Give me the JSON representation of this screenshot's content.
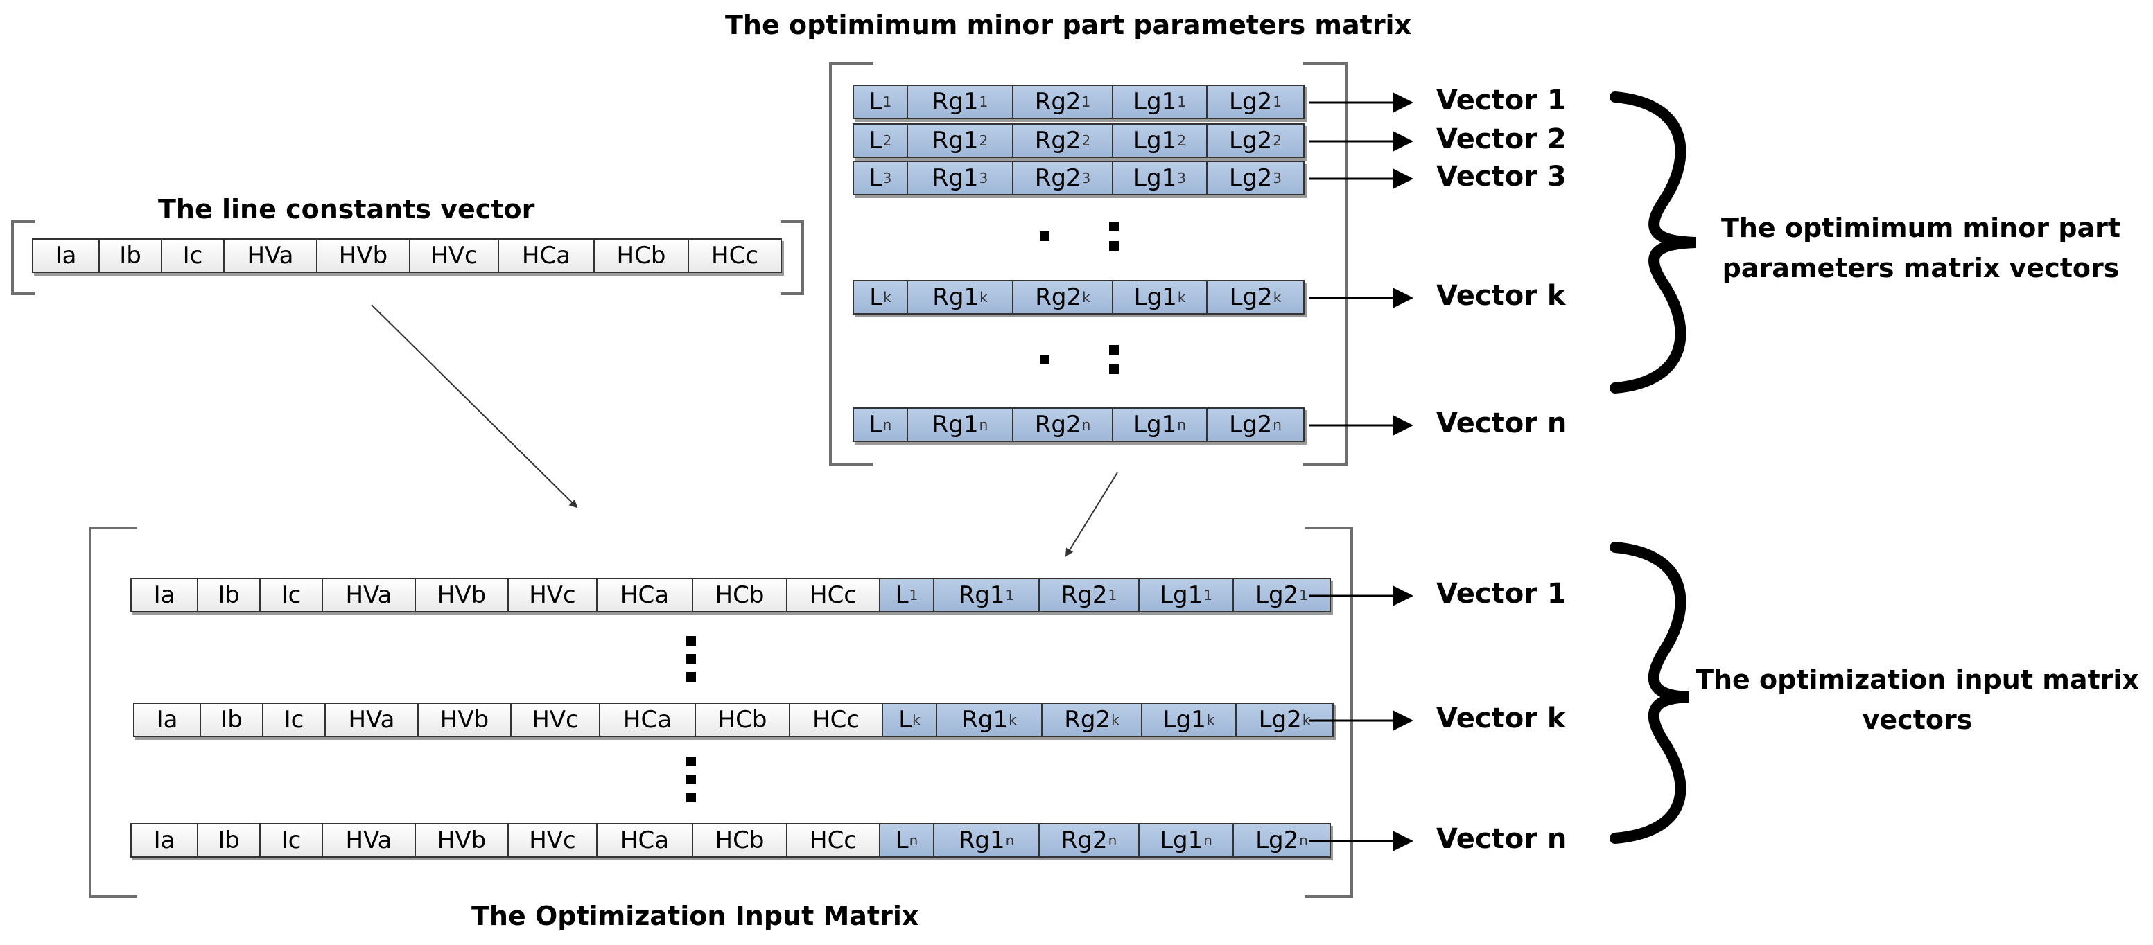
{
  "titles": {
    "minor_matrix": "The optimimum minor part parameters matrix",
    "line_constants": "The line constants vector",
    "input_matrix": "The Optimization Input Matrix"
  },
  "brace_labels": {
    "minor_vectors": [
      "The optimimum minor part",
      "parameters matrix vectors"
    ],
    "input_vectors": [
      "The optimization input matrix",
      "vectors"
    ]
  },
  "line_constants": [
    "Ia",
    "Ib",
    "Ic",
    "HVa",
    "HVb",
    "HVc",
    "HCa",
    "HCb",
    "HCc"
  ],
  "minor_param_names": [
    "L",
    "Rg1",
    "Rg2",
    "Lg1",
    "Lg2"
  ],
  "minor_rows": [
    {
      "sub": "1",
      "vector": "Vector 1"
    },
    {
      "sub": "2",
      "vector": "Vector 2"
    },
    {
      "sub": "3",
      "vector": "Vector 3"
    },
    {
      "sub": "k",
      "vector": "Vector k"
    },
    {
      "sub": "n",
      "vector": "Vector n"
    }
  ],
  "input_rows": [
    {
      "sub": "1",
      "vector": "Vector 1"
    },
    {
      "sub": "k",
      "vector": "Vector k"
    },
    {
      "sub": "n",
      "vector": "Vector n"
    }
  ],
  "colors": {
    "param_cell": "#a9c0de",
    "const_cell": "#f2f2f2",
    "bracket": "#6e6e6e"
  }
}
